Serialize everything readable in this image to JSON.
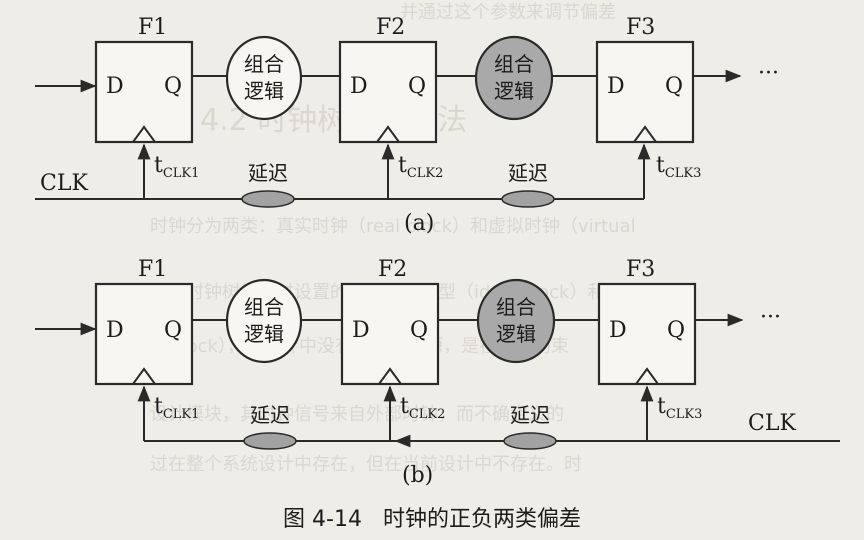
{
  "figure": {
    "caption": "图 4-14   时钟的正负两类偏差",
    "colors": {
      "background": "#efede7",
      "line": "#2a2a2a",
      "shaded": "#a9a9a9"
    }
  },
  "panel_a": {
    "label": "(a)",
    "flipflops": [
      {
        "name": "F1",
        "d": "D",
        "q": "Q",
        "clk_prefix": "t",
        "clk_sub": "CLK1"
      },
      {
        "name": "F2",
        "d": "D",
        "q": "Q",
        "clk_prefix": "t",
        "clk_sub": "CLK2"
      },
      {
        "name": "F3",
        "d": "D",
        "q": "Q",
        "clk_prefix": "t",
        "clk_sub": "CLK3"
      }
    ],
    "logic_blocks": [
      {
        "line1": "组合",
        "line2": "逻辑",
        "shaded": false
      },
      {
        "line1": "组合",
        "line2": "逻辑",
        "shaded": true
      }
    ],
    "delays": [
      "延迟",
      "延迟"
    ],
    "clock": "CLK",
    "continuation": "···"
  },
  "panel_b": {
    "label": "(b)",
    "flipflops": [
      {
        "name": "F1",
        "d": "D",
        "q": "Q",
        "clk_prefix": "t",
        "clk_sub": "CLK1"
      },
      {
        "name": "F2",
        "d": "D",
        "q": "Q",
        "clk_prefix": "t",
        "clk_sub": "CLK2"
      },
      {
        "name": "F3",
        "d": "D",
        "q": "Q",
        "clk_prefix": "t",
        "clk_sub": "CLK3"
      }
    ],
    "logic_blocks": [
      {
        "line1": "组合",
        "line2": "逻辑",
        "shaded": false
      },
      {
        "line1": "组合",
        "line2": "逻辑",
        "shaded": true
      }
    ],
    "delays": [
      "延迟",
      "延迟"
    ],
    "clock": "CLK",
    "continuation": "···"
  }
}
